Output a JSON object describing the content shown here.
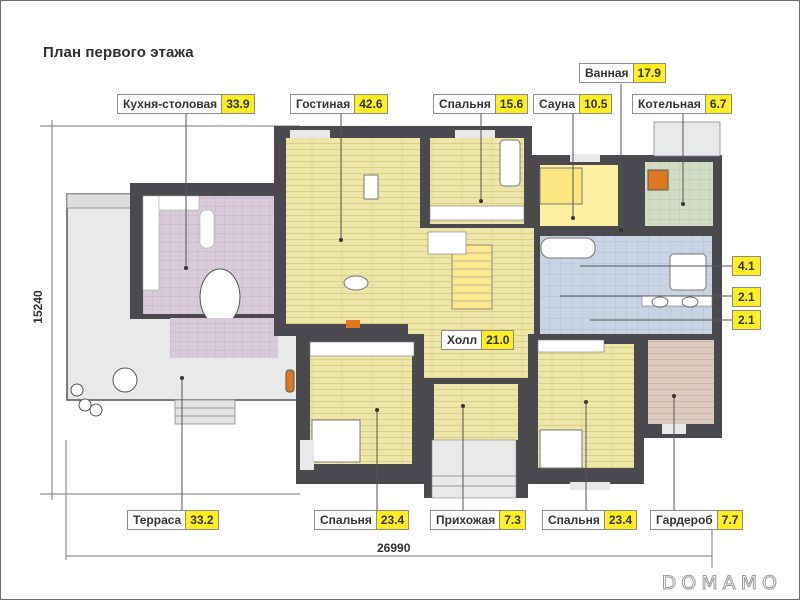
{
  "page": {
    "title": "План первого этажа",
    "watermark": "DOMAMO"
  },
  "dimensions": {
    "width_total": "26990",
    "height_total": "15240"
  },
  "rooms": {
    "kitchen": {
      "name": "Кухня-столовая",
      "area": "33.9"
    },
    "living": {
      "name": "Гостиная",
      "area": "42.6"
    },
    "bedroom_top": {
      "name": "Спальня",
      "area": "15.6"
    },
    "sauna": {
      "name": "Сауна",
      "area": "10.5"
    },
    "bathroom": {
      "name": "Ванная",
      "area": "17.9"
    },
    "boiler": {
      "name": "Котельная",
      "area": "6.7"
    },
    "wc_1": {
      "area": "4.1"
    },
    "wc_2": {
      "area": "2.1"
    },
    "wc_3": {
      "area": "2.1"
    },
    "hall": {
      "name": "Холл",
      "area": "21.0"
    },
    "terrace": {
      "name": "Терраса",
      "area": "33.2"
    },
    "bedroom_left": {
      "name": "Спальня",
      "area": "23.4"
    },
    "entrance": {
      "name": "Прихожая",
      "area": "7.3"
    },
    "bedroom_right": {
      "name": "Спальня",
      "area": "23.4"
    },
    "wardrobe": {
      "name": "Гардероб",
      "area": "7.7"
    }
  },
  "colors": {
    "wall": "#4a4a4e",
    "wood_floor": "#ede6a8",
    "kitchen_tile": "#d8cad8",
    "bath_tile": "#c8d4e4",
    "sauna_floor": "#fdf0a0",
    "boiler_tile": "#d2dcc4",
    "wardrobe_floor": "#dccbbe",
    "terrace": "#e8eae9",
    "label_area_bg": "#ffee22",
    "fireplace": "#e07820"
  }
}
